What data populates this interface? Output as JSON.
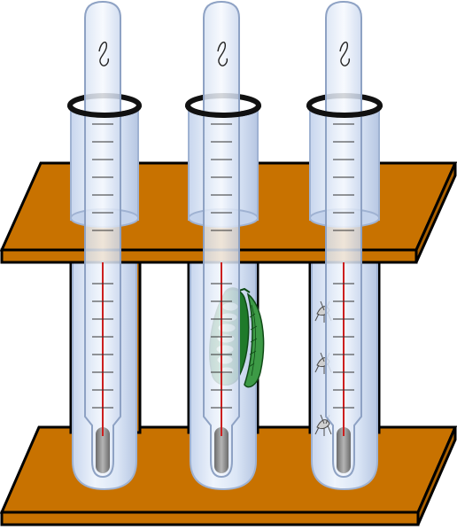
{
  "figure": {
    "colors": {
      "wood": "#c87200",
      "wood_outline": "#000000",
      "glass": "#dbe7f6",
      "glass_dark": "#b8c9e4",
      "tube_rim": "#111111",
      "mercury": "#cc1f1f",
      "bulb": "#8d8d8d",
      "pea_pod": "#1f7a2a"
    },
    "tubes": [
      {
        "id": "tube-1",
        "contents": "empty"
      },
      {
        "id": "tube-2",
        "contents": "pea-pod"
      },
      {
        "id": "tube-3",
        "contents": "insects"
      }
    ],
    "thermometers": [
      {
        "id": "thermometer-1",
        "label_icon": "handwritten-mark-icon"
      },
      {
        "id": "thermometer-2",
        "label_icon": "handwritten-mark-icon"
      },
      {
        "id": "thermometer-3",
        "label_icon": "handwritten-mark-icon"
      }
    ]
  }
}
